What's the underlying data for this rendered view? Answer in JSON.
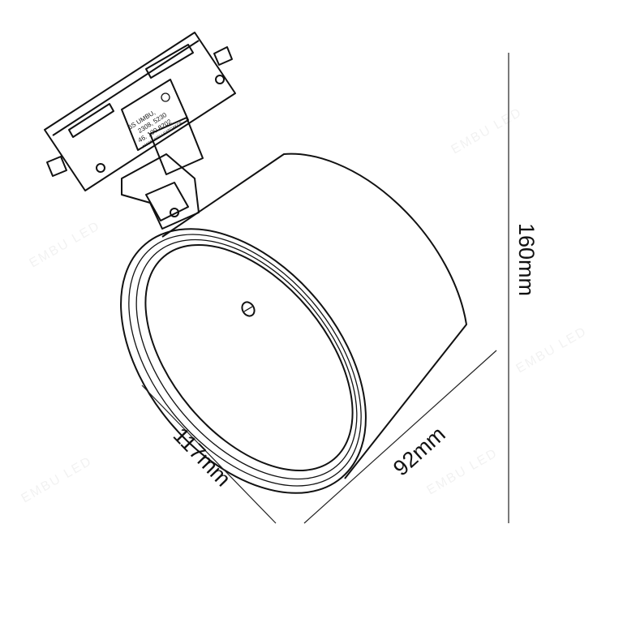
{
  "watermark": "EMBU LED",
  "label_plate": {
    "line1": "6S UMBU,",
    "line2": "2308, 5230",
    "line3": "46. 100 8202",
    "line4": "AMONVYELLSATOAKCE"
  },
  "dimensions": {
    "height": "160mm",
    "depth": "92mm",
    "diameter": "117mm"
  }
}
